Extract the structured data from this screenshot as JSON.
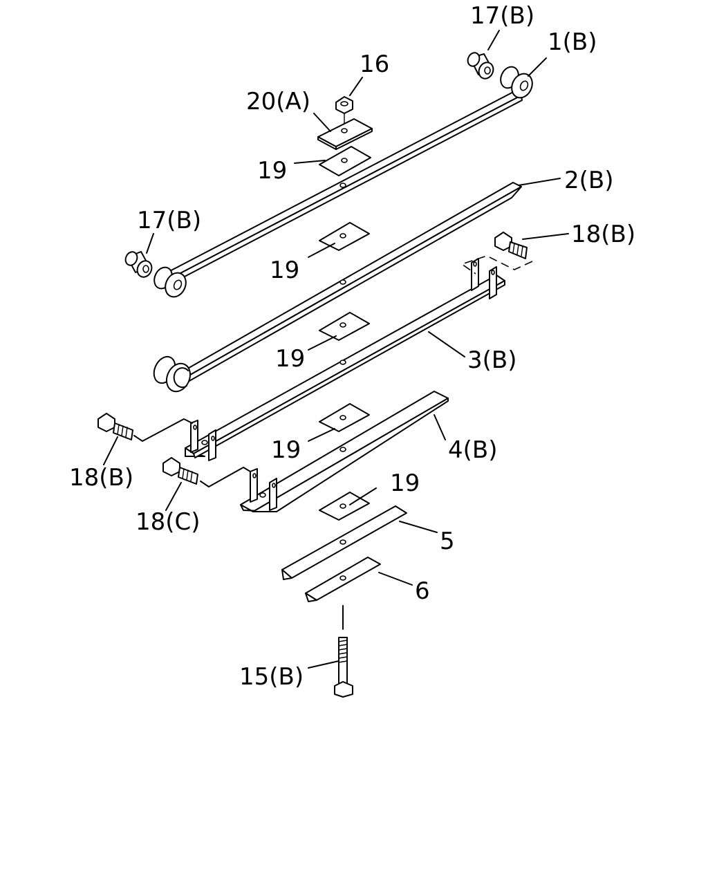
{
  "diagram": {
    "labels": {
      "item_17b_top": "17(B)",
      "item_1b": "1(B)",
      "item_16": "16",
      "item_20a": "20(A)",
      "item_19_a": "19",
      "item_2b": "2(B)",
      "item_17b_left": "17(B)",
      "item_18b_right": "18(B)",
      "item_19_b": "19",
      "item_19_c": "19",
      "item_3b": "3(B)",
      "item_18b_left": "18(B)",
      "item_4b": "4(B)",
      "item_19_d": "19",
      "item_18c": "18(C)",
      "item_19_e": "19",
      "item_5": "5",
      "item_6": "6",
      "item_15b": "15(B)"
    }
  }
}
